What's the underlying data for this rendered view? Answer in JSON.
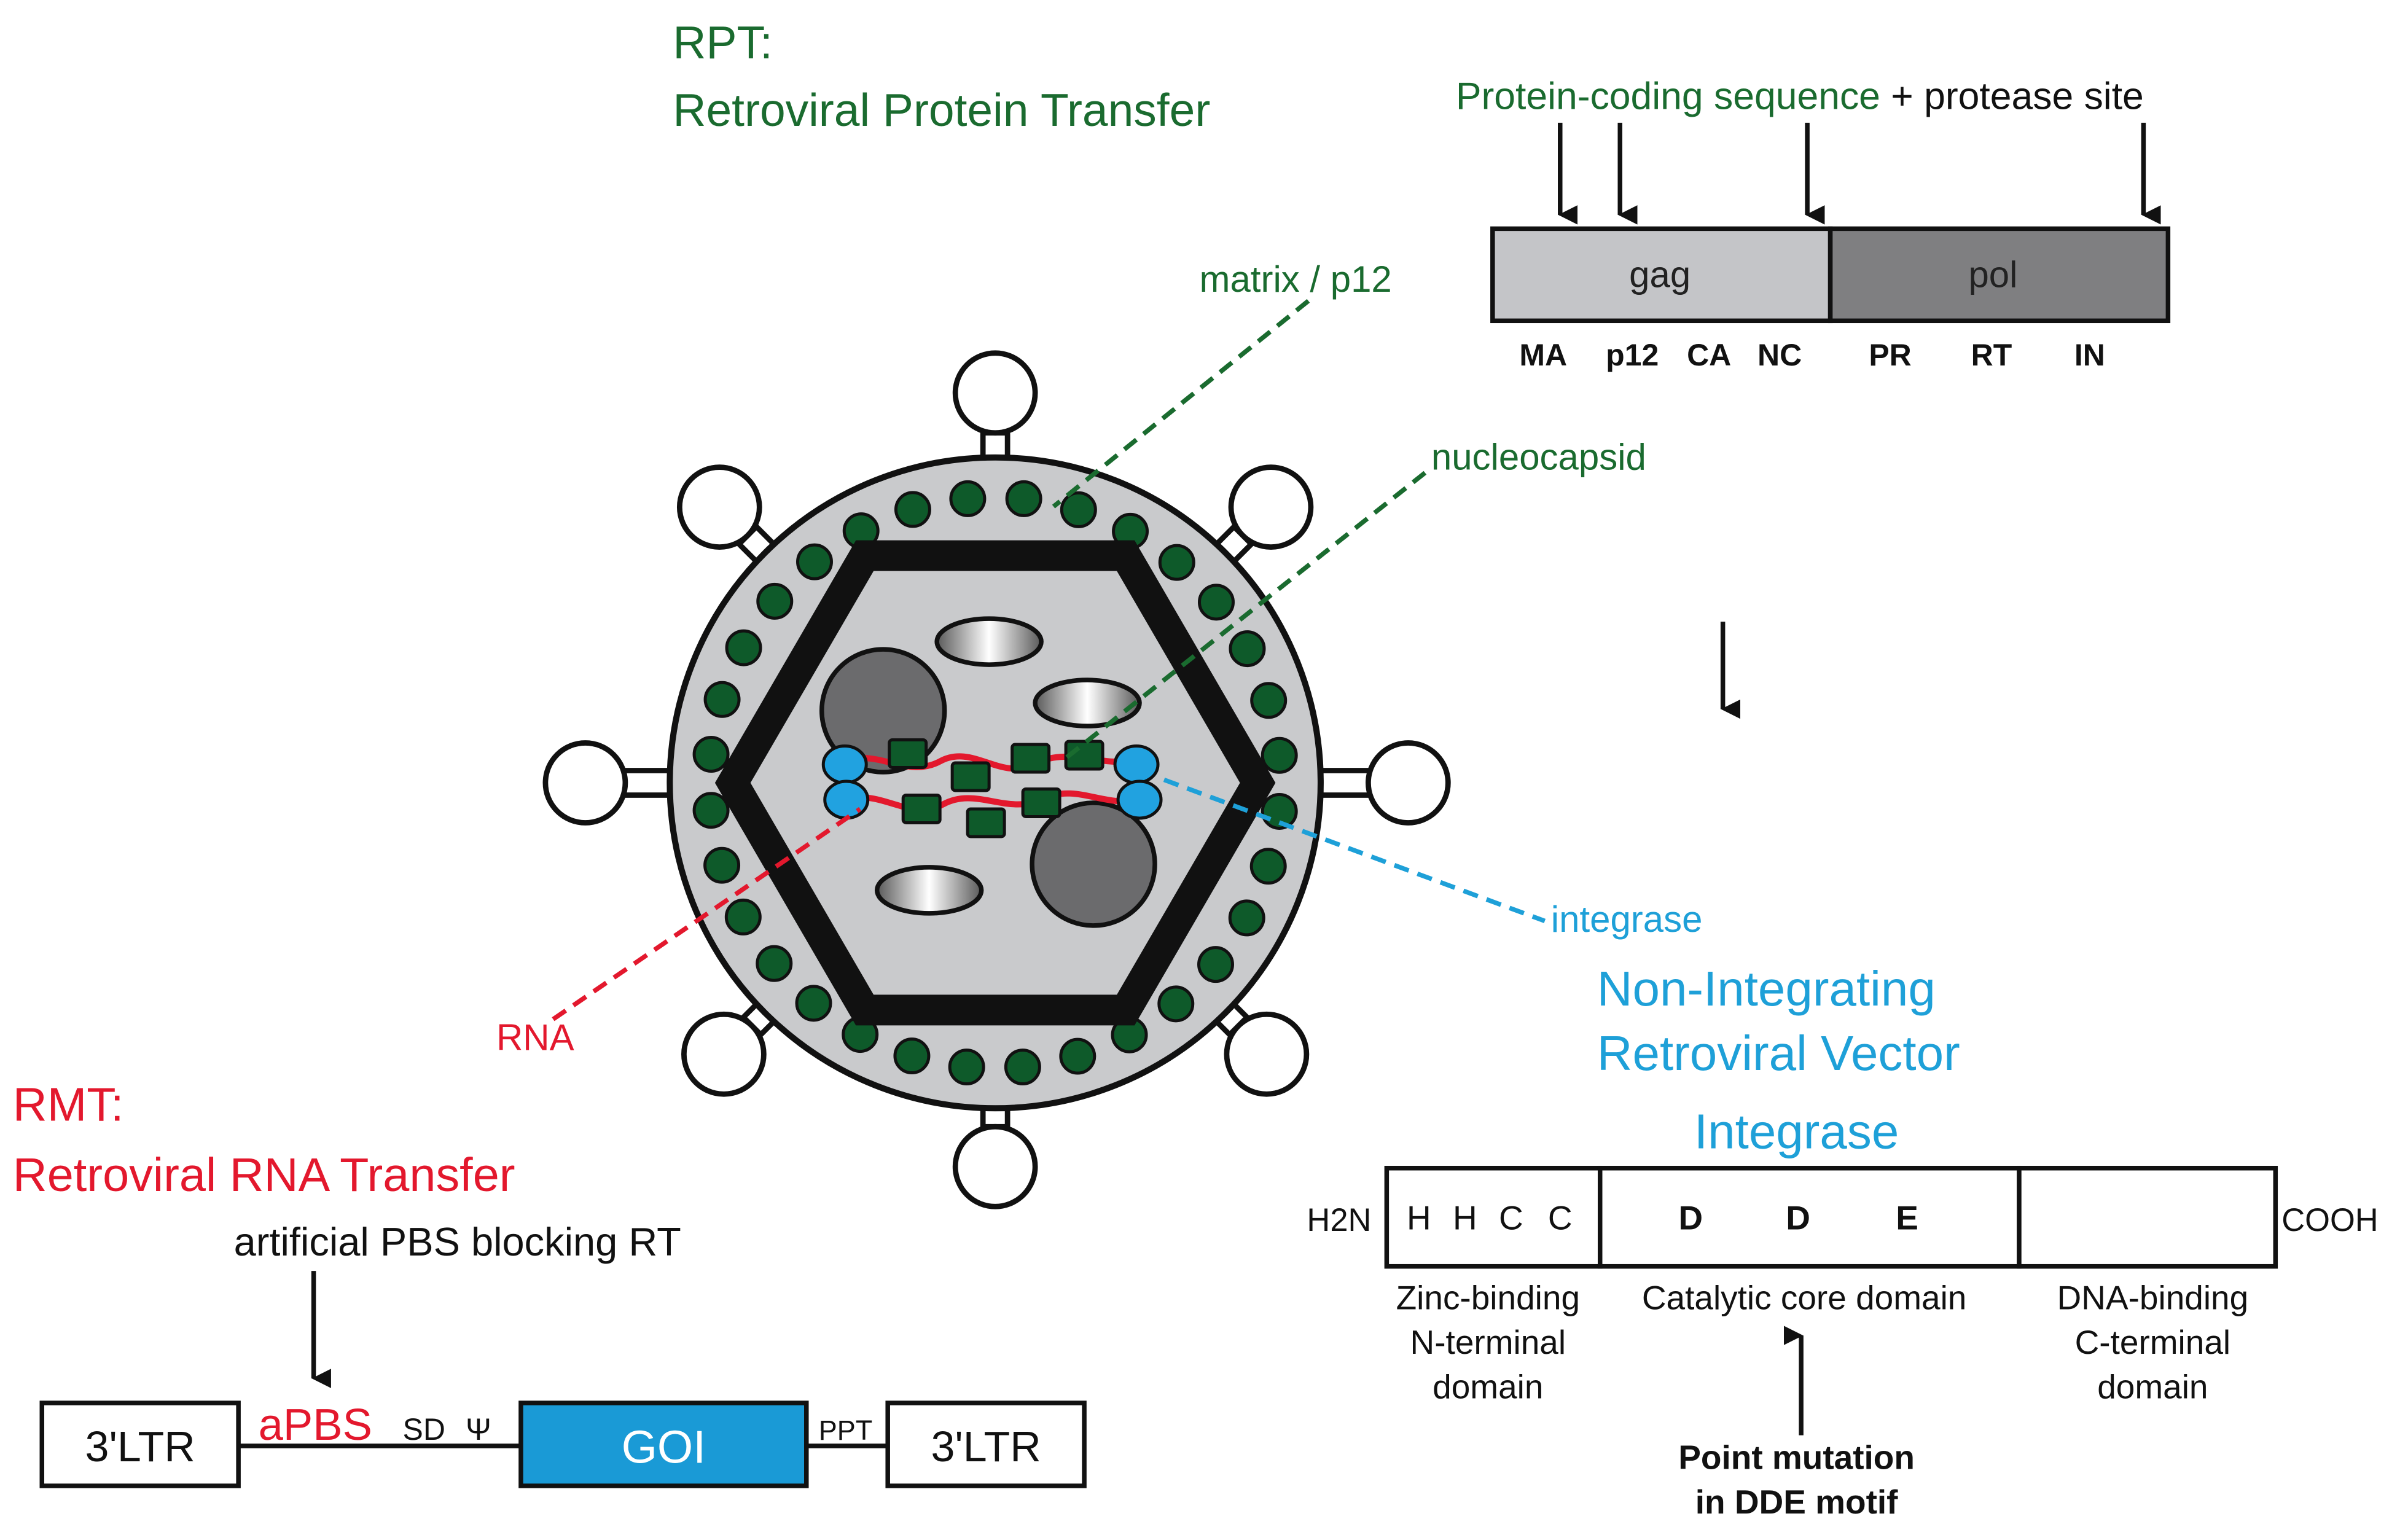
{
  "colors": {
    "green": "#1a6b2f",
    "red": "#e3182d",
    "blue": "#1ea0d8",
    "black": "#111111",
    "gag_fill": "#c4c5c8",
    "pol_fill": "#7f7f81",
    "virion_fill": "#c9cacc",
    "core_fill": "#c9cacc",
    "nucleocapsid_fill": "#0e5a2a",
    "integrase_fill": "#21a2e0",
    "goi_fill": "#1a9ad6"
  },
  "rpt": {
    "title_line1": "RPT:",
    "title_line2": "Retroviral Protein Transfer"
  },
  "gagpol": {
    "header_green": "Protein-coding sequence",
    "header_black": " + protease site",
    "gag_label": "gag",
    "pol_label": "pol",
    "domains": [
      "MA",
      "p12",
      "CA",
      "NC",
      "PR",
      "RT",
      "IN"
    ]
  },
  "virion": {
    "label_matrix": "matrix / p12",
    "label_nucleocapsid": "nucleocapsid",
    "label_integrase": "integrase",
    "label_rna": "RNA",
    "icon": "retrovirus-particle-icon"
  },
  "rmt": {
    "title_line1": "RMT:",
    "title_line2": "Retroviral RNA Transfer",
    "apbs_note": "artificial PBS blocking RT",
    "ltr_left": "3'LTR",
    "apbs": "aPBS",
    "sd": "SD",
    "psi": "Ψ",
    "goi": "GOI",
    "ppt": "PPT",
    "ltr_right": "3'LTR"
  },
  "nirv": {
    "title_line1": "Non-Integrating",
    "title_line2": "Retroviral Vector"
  },
  "integrase": {
    "title": "Integrase",
    "n_term": "H2N",
    "c_term": "COOH",
    "zinc_residues": [
      "H",
      "H",
      "C",
      "C"
    ],
    "dde_residues": [
      "D",
      "D",
      "E"
    ],
    "domain1_lines": [
      "Zinc-binding",
      "N-terminal",
      "domain"
    ],
    "domain2_label": "Catalytic core domain",
    "domain3_lines": [
      "DNA-binding",
      "C-terminal",
      "domain"
    ],
    "mutation_line1": "Point mutation",
    "mutation_line2": "in DDE motif"
  }
}
